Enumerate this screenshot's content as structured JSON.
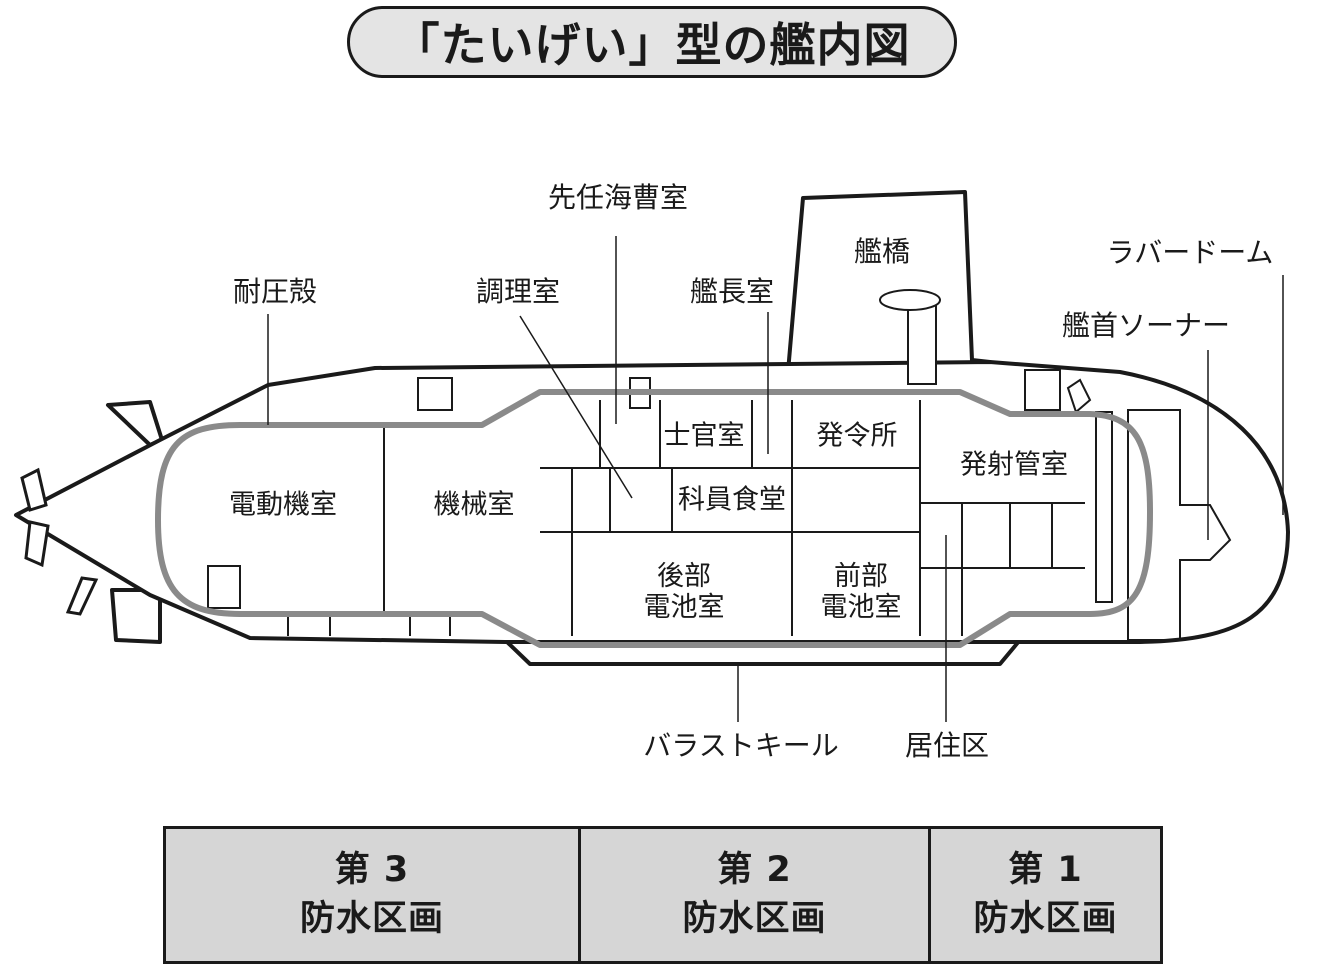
{
  "title": "「たいげい」型の艦内図",
  "labels": {
    "senninkaisoushitsu": "先任海曹室",
    "kankyou": "艦橋",
    "rubber_dome": "ラバードーム",
    "taiatsukaku": "耐圧殻",
    "chouri_shitsu": "調理室",
    "kanchou_shitsu": "艦長室",
    "kanshu_sonar": "艦首ソーナー",
    "shikan_shitsu": "士官室",
    "hatsureisho": "発令所",
    "hassha_kan_shitsu": "発射管室",
    "dendouki_shitsu": "電動機室",
    "kikai_shitsu": "機械室",
    "kain_shokudou": "科員食堂",
    "koubu_denchi": "後部\n電池室",
    "zenbu_denchi": "前部\n電池室",
    "ballast_keel": "バラストキール",
    "kyojuuku": "居住区"
  },
  "compartments": [
    {
      "line1": "第 3",
      "line2": "防水区画"
    },
    {
      "line1": "第 2",
      "line2": "防水区画"
    },
    {
      "line1": "第 1",
      "line2": "防水区画"
    }
  ],
  "colors": {
    "outline": "#1a1a1a",
    "pressure_hull": "#8a8a8a",
    "title_fill": "#e4e4e4",
    "zone_fill": "#d6d6d6"
  }
}
